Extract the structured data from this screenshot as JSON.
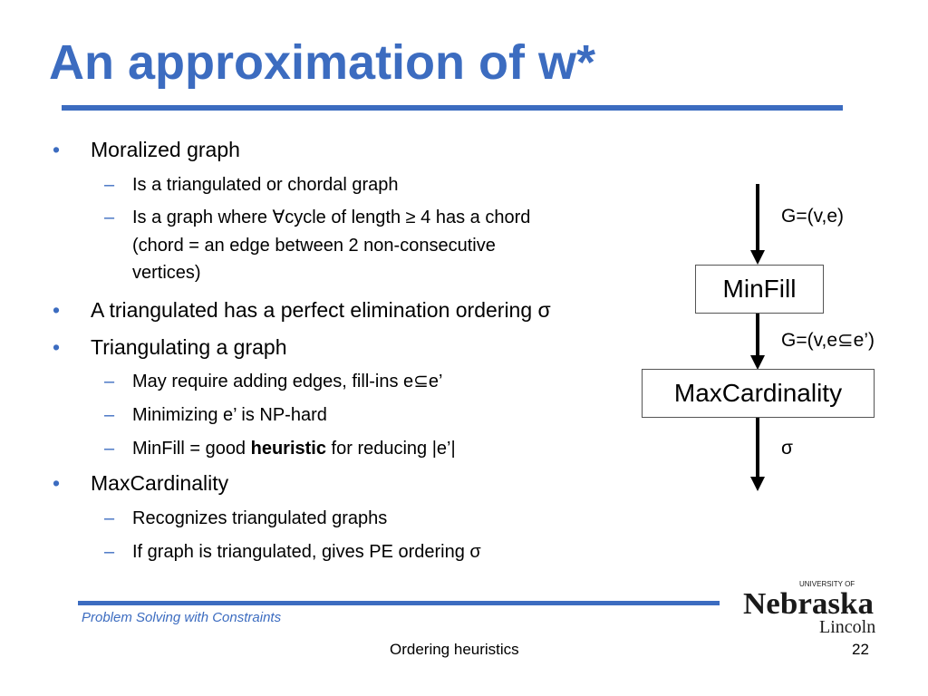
{
  "title": "An approximation of w*",
  "bullets": [
    {
      "text": "Moralized graph",
      "subs": [
        "Is a triangulated or chordal graph",
        "Is a  graph where ∀cycle of length ≥ 4 has a chord",
        "(chord = an edge between 2 non-consecutive",
        "vertices)"
      ]
    },
    {
      "text": "A triangulated has a perfect elimination ordering σ"
    },
    {
      "text": "Triangulating a graph",
      "subs": [
        "May require adding edges, fill-ins e⊆e’",
        "Minimizing e’ is NP-hard"
      ],
      "sub_rich": {
        "before": "MinFill = good ",
        "bold": "heuristic",
        "after": " for reducing |e’|"
      }
    },
    {
      "text": "MaxCardinality",
      "subs": [
        "Recognizes triangulated graphs",
        "If graph is triangulated, gives PE ordering  σ"
      ]
    }
  ],
  "diagram": {
    "box1": "MinFill",
    "box2": "MaxCardinality",
    "label_top": "G=(v,e)",
    "label_mid": "G=(v,e⊆e’)",
    "label_bottom": "σ"
  },
  "footer": {
    "left": "Problem Solving with Constraints",
    "center": "Ordering heuristics",
    "page": "22"
  },
  "logo": {
    "university": "UNIVERSITY OF",
    "name": "Nebraska",
    "campus": "Lincoln",
    "color": "#1a1a1a"
  },
  "colors": {
    "accent": "#3c6cc0"
  }
}
